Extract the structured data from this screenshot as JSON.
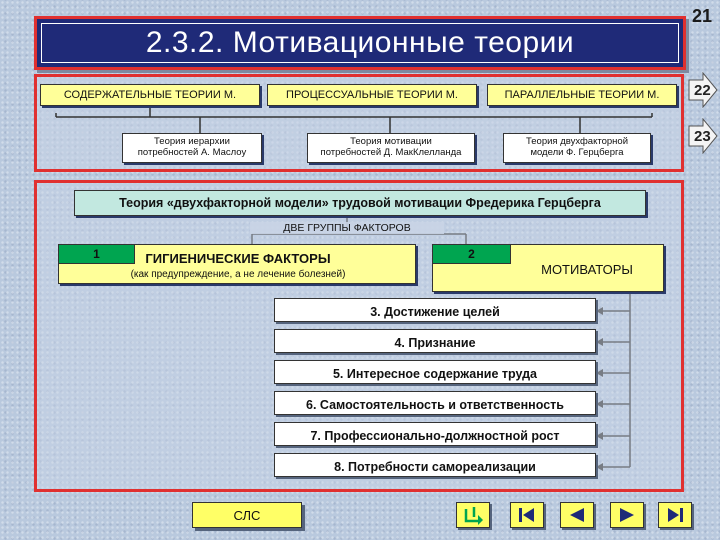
{
  "slide_number": "21",
  "title": "2.3.2. Мотивационные теории",
  "side_links": [
    "22",
    "23"
  ],
  "theory_types": [
    "СОДЕРЖАТЕЛЬНЫЕ ТЕОРИИ М.",
    "ПРОЦЕССУАЛЬНЫЕ ТЕОРИИ М.",
    "ПАРАЛЛЕЛЬНЫЕ ТЕОРИИ М."
  ],
  "theories": [
    {
      "line1": "Теория иерархии",
      "line2": "потребностей А. Маслоу"
    },
    {
      "line1": "Теория мотивации",
      "line2": "потребностей Д. МакКлелланда"
    },
    {
      "line1": "Теория двухфакторной",
      "line2": "модели Ф. Герцберга"
    }
  ],
  "herzberg_title": "Теория «двухфакторной модели» трудовой мотивации Фредерика Герцберга",
  "two_groups_label": "ДВЕ ГРУППЫ ФАКТОРОВ",
  "hygiene": {
    "number": "1",
    "title": "ГИГИЕНИЧЕСКИЕ ФАКТОРЫ",
    "subtitle": "(как предупреждение, а не лечение болезней)"
  },
  "motivators": {
    "number": "2",
    "title": "МОТИВАТОРЫ"
  },
  "motivator_items": [
    "3. Достижение целей",
    "4. Признание",
    "5. Интересное содержание труда",
    "6. Самостоятельность и ответственность",
    "7. Профессионально-должностной рост",
    "8. Потребности самореализации"
  ],
  "cls_button": "СЛС",
  "nav_icons": [
    "return-icon",
    "first-slide-icon",
    "previous-icon",
    "next-icon",
    "last-slide-icon"
  ],
  "colors": {
    "title_bg": "#1f2a78",
    "frame": "#e03030",
    "highlight": "#ffff99",
    "green": "#00a550",
    "nav_yellow": "#ffff66"
  }
}
